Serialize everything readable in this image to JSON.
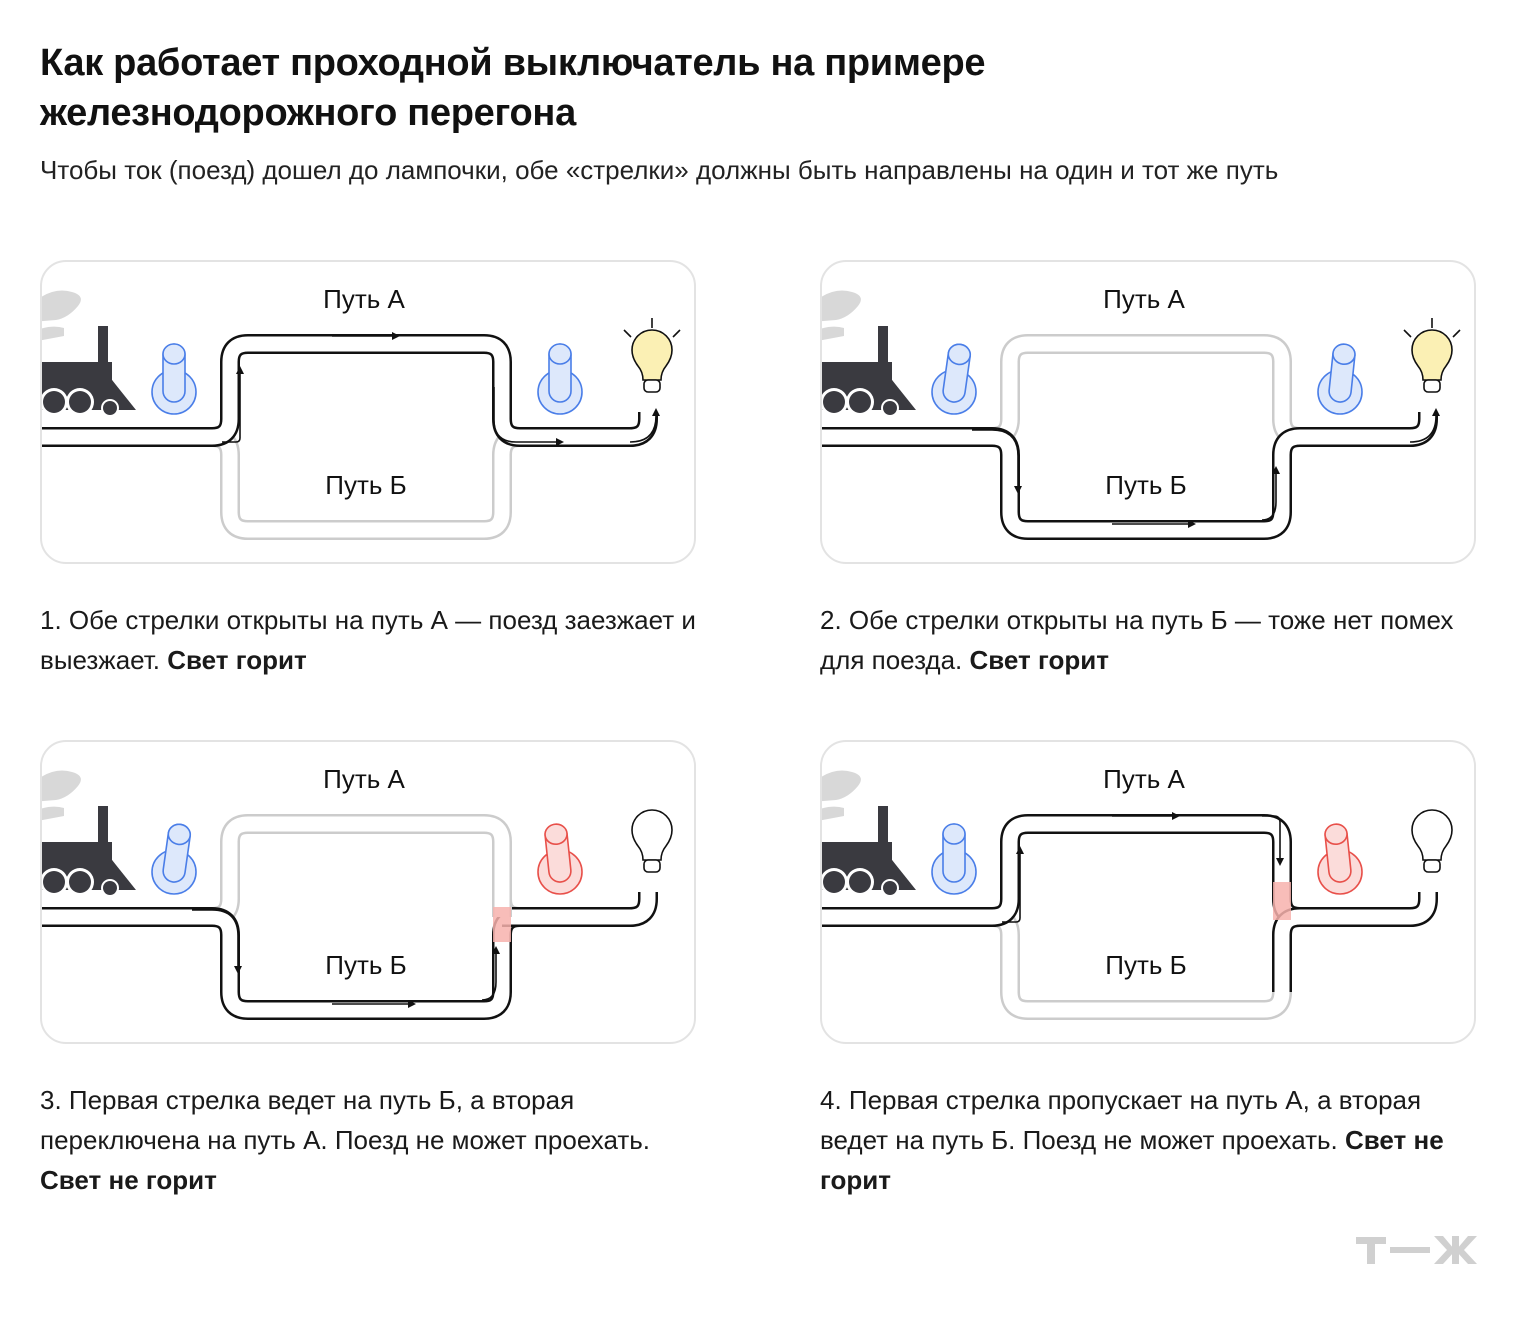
{
  "title": "Как работает проходной выключатель на примере железнодорожного перегона",
  "subtitle": "Чтобы ток (поезд) дошел до лампочки, обе «стрелки» должны быть направлены на один и тот же путь",
  "colors": {
    "track": "#111111",
    "track_inactive": "#cccccc",
    "switch_ok": "#4a7ee8",
    "switch_ok_fill": "#dde8fb",
    "switch_bad": "#e8504a",
    "switch_bad_fill": "#fbdcda",
    "bulb_on": "#fbf0b4",
    "train": "#3a3a40",
    "smoke": "#d8d8d8"
  },
  "panels": [
    {
      "path_a_label": "Путь А",
      "path_b_label": "Путь Б",
      "route": "A",
      "switch1": "ok",
      "switch2": "ok",
      "bulb_on": true,
      "caption_text": "1. Обе стрелки открыты на путь А — поезд заезжает и выезжает. ",
      "caption_bold": "Свет горит"
    },
    {
      "path_a_label": "Путь А",
      "path_b_label": "Путь Б",
      "route": "B",
      "switch1": "ok",
      "switch2": "ok",
      "bulb_on": true,
      "caption_text": "2. Обе стрелки открыты на путь Б — тоже нет помех для поезда. ",
      "caption_bold": "Свет горит"
    },
    {
      "path_a_label": "Путь А",
      "path_b_label": "Путь Б",
      "route": "B",
      "switch1": "ok",
      "switch2": "blocked",
      "bulb_on": false,
      "caption_text": "3. Первая стрелка ведет на путь Б, а вторая переключена на путь А. Поезд не может проехать. ",
      "caption_bold": "Свет не горит"
    },
    {
      "path_a_label": "Путь А",
      "path_b_label": "Путь Б",
      "route": "A",
      "switch1": "ok",
      "switch2": "blocked",
      "bulb_on": false,
      "caption_text": "4. Первая стрелка пропускает на путь А, а вторая ведет на путь Б. Поезд не может проехать. ",
      "caption_bold": "Свет не горит"
    }
  ],
  "logo_text": "т—ж"
}
